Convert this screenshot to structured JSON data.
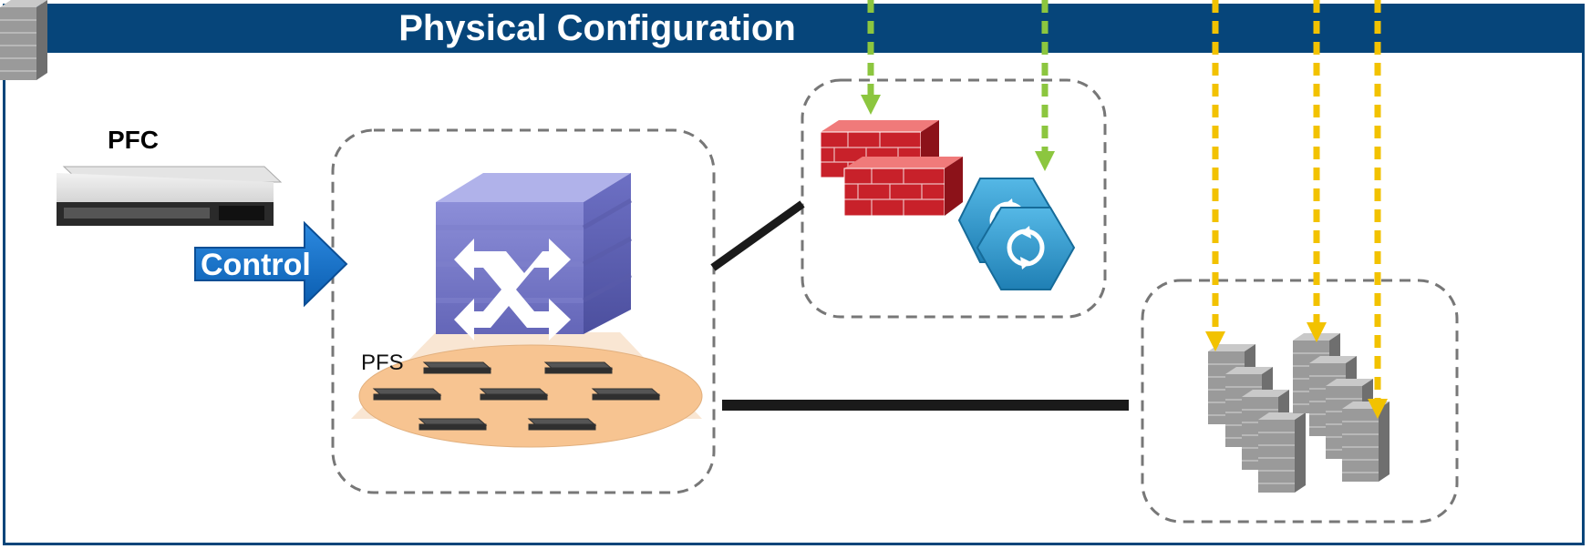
{
  "title": "Physical Configuration",
  "labels": {
    "pfc": "PFC",
    "control": "Control",
    "pfs": "PFS"
  },
  "colors": {
    "header": "#06457a",
    "green_arrow": "#8cc63f",
    "yellow_arrow": "#f2c200",
    "control_arrow": "#1173c9"
  }
}
